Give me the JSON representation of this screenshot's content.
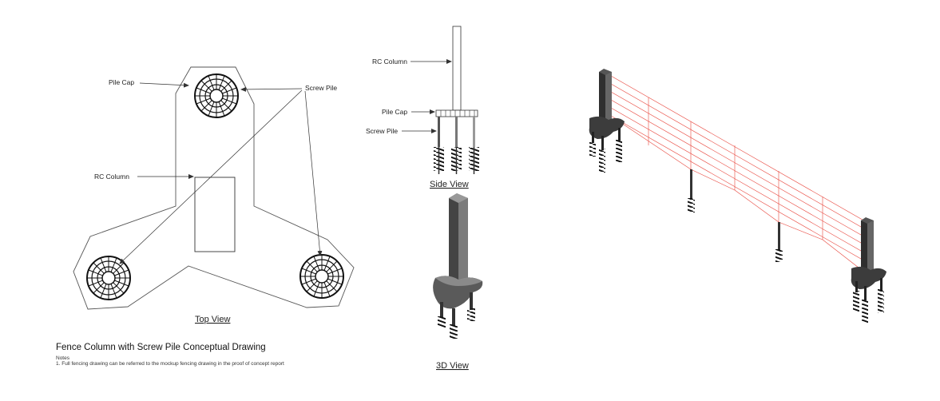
{
  "top_view": {
    "label_pile_cap": "Pile Cap",
    "label_screw_pile": "Screw Pile",
    "label_rc_column": "RC Column",
    "caption": "Top View"
  },
  "side_view": {
    "label_rc_column": "RC Column",
    "label_pile_cap": "Pile Cap",
    "label_screw_pile": "Screw Pile",
    "caption": "Side View"
  },
  "view_3d": {
    "caption": "3D View"
  },
  "drawing": {
    "title": "Fence Column with Screw Pile Conceptual Drawing",
    "notes_heading": "Notes",
    "note_1": "1. Full fencing drawing can be referred to the mockup fencing drawing in the proof of concept report"
  },
  "colors": {
    "line": "#333333",
    "fence_wire": "#e8453c",
    "column_dark": "#3a3a3a",
    "column_mid": "#6e6e6e"
  }
}
